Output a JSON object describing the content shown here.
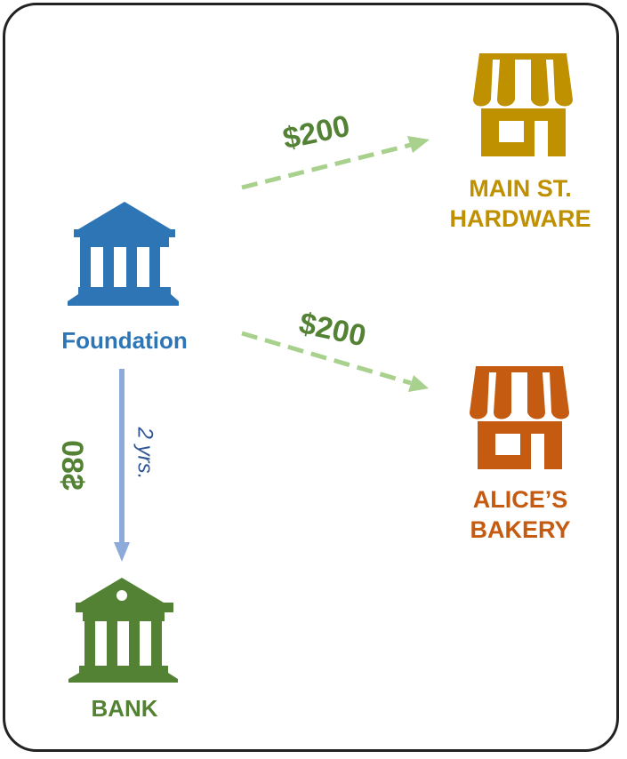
{
  "nodes": {
    "foundation": {
      "label": "Foundation",
      "icon": "institution-icon",
      "color": "#2e75b6"
    },
    "hardware": {
      "label_line1": "MAIN ST.",
      "label_line2": "HARDWARE",
      "icon": "storefront-icon",
      "color": "#bf9000"
    },
    "bakery": {
      "label_line1": "ALICE’S",
      "label_line2": "BAKERY",
      "icon": "storefront-icon",
      "color": "#c55a11"
    },
    "bank": {
      "label": "BANK",
      "icon": "bank-icon",
      "color": "#548235"
    }
  },
  "edges": {
    "to_hardware": {
      "amount": "$200"
    },
    "to_bakery": {
      "amount": "$200"
    },
    "to_bank": {
      "amount": "$80",
      "duration": "2 yrs."
    }
  },
  "colors": {
    "amount": "#548235",
    "dashed_arrow": "#a9d18e",
    "loan_arrow": "#8eaadb",
    "duration": "#2f5597"
  }
}
